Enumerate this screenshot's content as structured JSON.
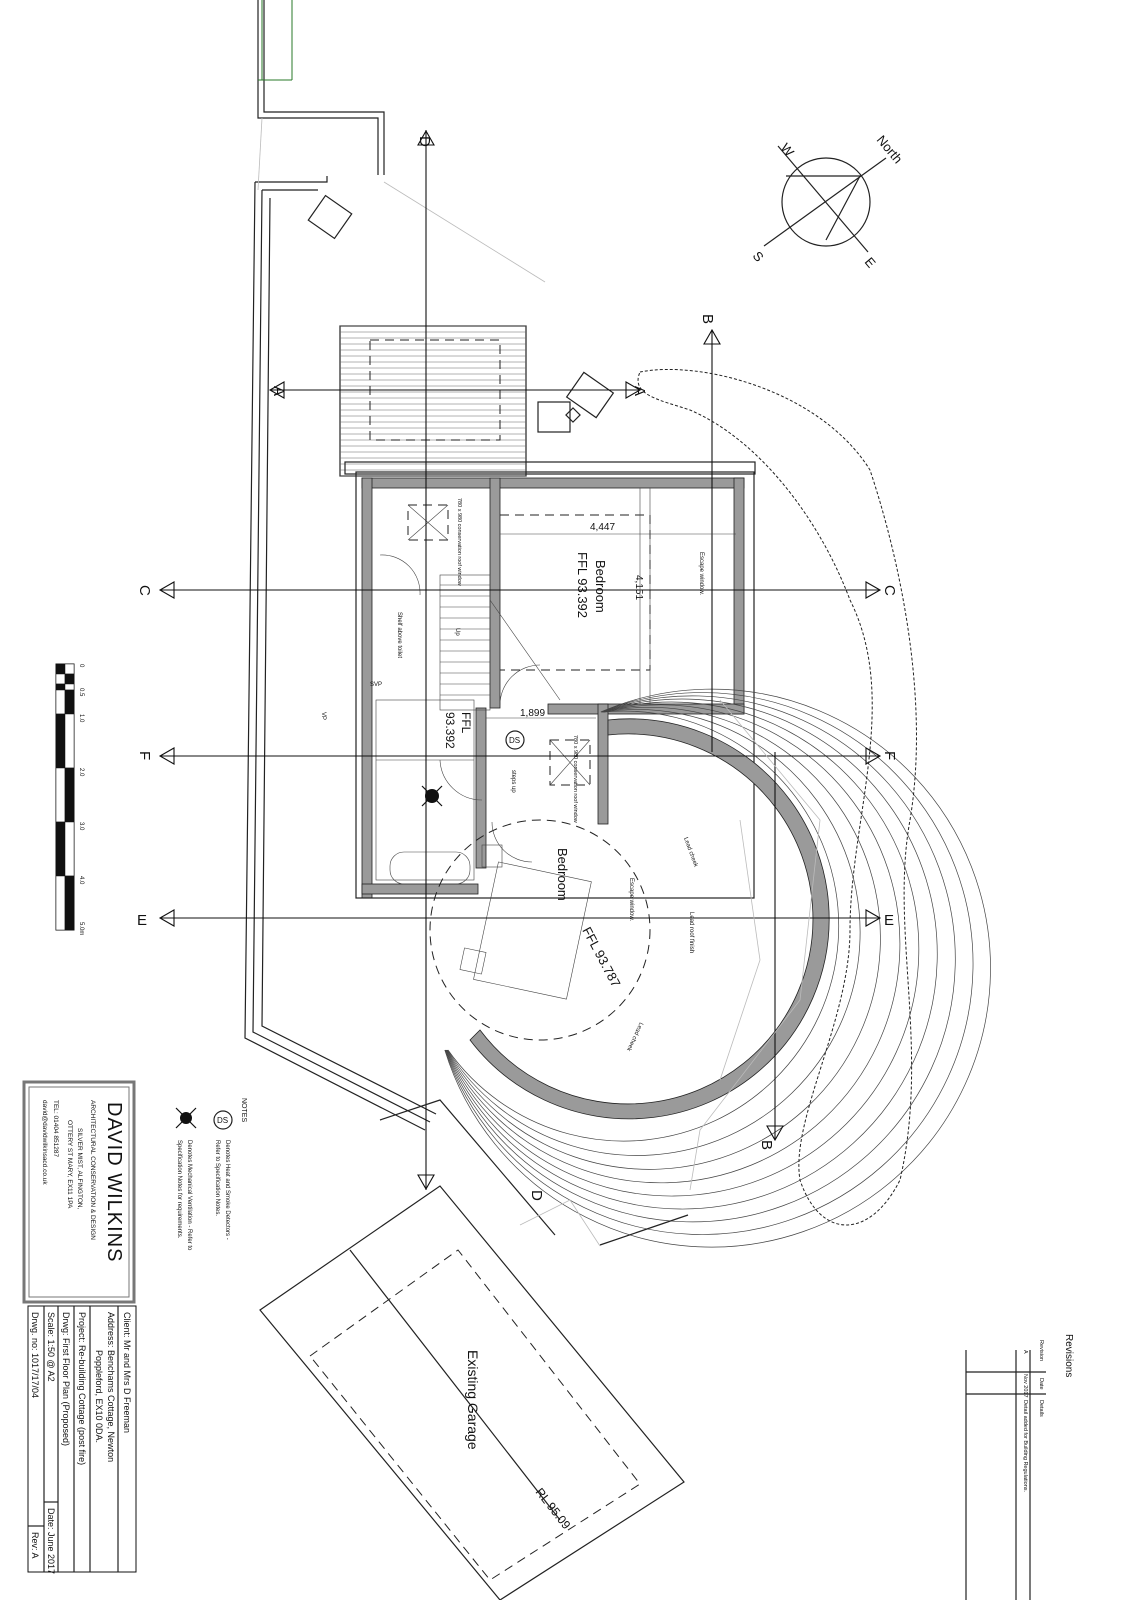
{
  "compass": {
    "north": "North",
    "west": "W",
    "south": "S",
    "east": "E"
  },
  "sections": [
    {
      "id": "D",
      "label": "D"
    },
    {
      "id": "B",
      "label": "B"
    },
    {
      "id": "A",
      "label": "A"
    },
    {
      "id": "C",
      "label": "C"
    },
    {
      "id": "F",
      "label": "F"
    },
    {
      "id": "E",
      "label": "E"
    }
  ],
  "rooms": {
    "bedroom1": {
      "name": "Bedroom",
      "ffl": "FFL 93.392",
      "dim_width": "4,447",
      "dim_depth": "4,151",
      "window": "Escape window."
    },
    "landing": {
      "ffl_label": "FFL",
      "ffl_value": "93.392",
      "dim": "1,899",
      "stair": "Up",
      "steps": "steps up"
    },
    "bedroom2": {
      "name": "Bedroom",
      "ffl": "FFL 93.787",
      "window": "Escape window."
    },
    "bath": {
      "shelf": "Shelf above toilet",
      "svp": "SVP",
      "vp": "VP"
    }
  },
  "rooflights": {
    "one": "780 x 980 conservation roof window",
    "two": "780 x 980 conservation roof window"
  },
  "roof_notes": {
    "cheek1": "Lead cheek",
    "finish": "Lead roof finish",
    "cheek2": "Lead cheek"
  },
  "garage": {
    "label": "Existing Garage",
    "level": "RL 95.09"
  },
  "scale_bar": {
    "ticks": [
      "0",
      "0.5",
      "1.0",
      "2.0",
      "3.0",
      "4.0",
      "5.0m"
    ]
  },
  "notes": {
    "heading": "NOTES",
    "ds_symbol": "DS",
    "ds_text1": "Denotes Heat and Smoke Detectors -",
    "ds_text2": "Refer to Specification Notes.",
    "mv_text1": "Denotes Mechanical Ventilation - Refer to",
    "mv_text2": "Specification Notes for requirements."
  },
  "firm": {
    "name": "David Wilkins",
    "tagline": "Architectural Conservation & Design",
    "address1": "Silver Mist, Alfington,",
    "address2": "Ottery St Mary, EX11 1PA",
    "tel": "Tel: 01404 851287",
    "email": "david@davidwilkinsacd.co.uk"
  },
  "title_block": {
    "client": "Client:   Mr and Mrs D Freeman",
    "address_a": "Address: Benchams Cottage, Newton",
    "address_b": "Poppleford, EX10 0DA.",
    "project": "Project:  Re-building Cottage (post fire)",
    "drwg": "Drwg:    First Floor Plan (Proposed)",
    "scale": "Scale: 1:50 @ A2",
    "date": "Date: June 2017",
    "drwg_no": "Drwg. no:  1017/17/04",
    "rev": "Rev: A"
  },
  "revisions": {
    "title": "Revisions",
    "headers": [
      "Revision",
      "Date",
      "Details"
    ],
    "rows": [
      {
        "rev": "A",
        "date": "Nov 2017",
        "details": "Detail added for Building Regulations."
      }
    ]
  }
}
